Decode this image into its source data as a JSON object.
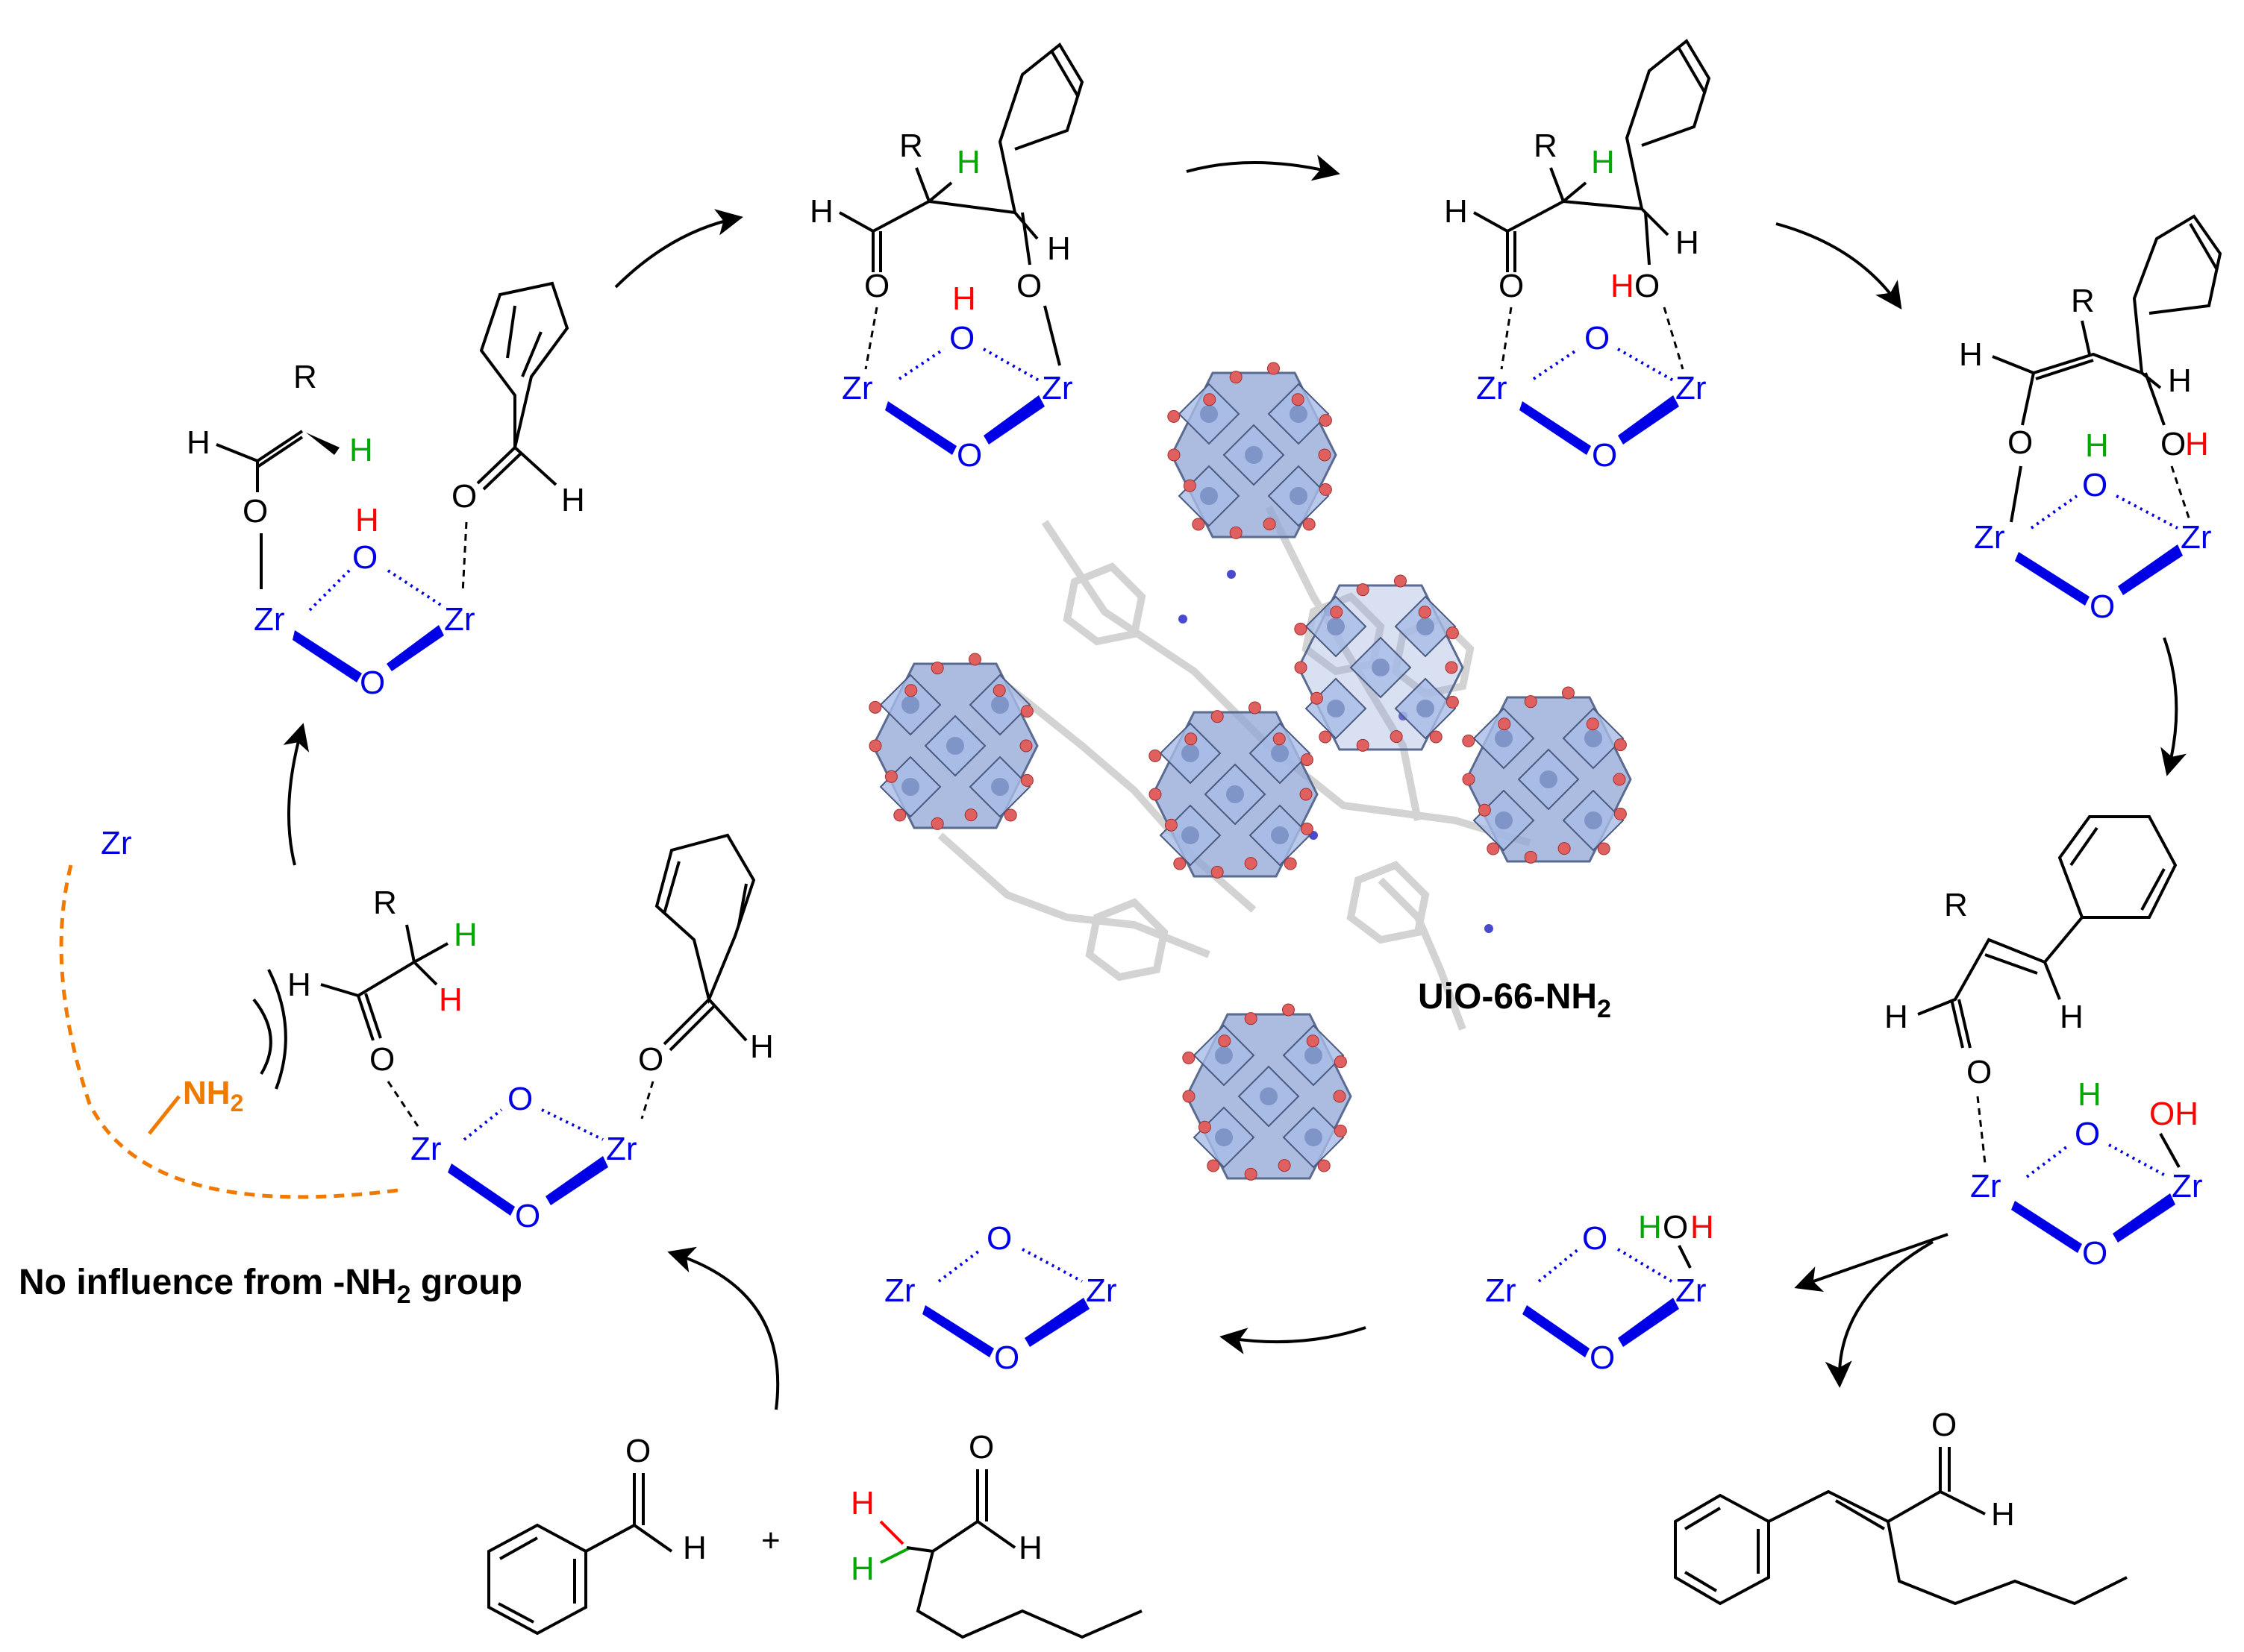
{
  "framework": {
    "label": "UiO-66-NH",
    "sub": "2"
  },
  "note": {
    "pre": "No influence from -NH",
    "sub": "2",
    "post": " group"
  },
  "atoms": {
    "Zr": "Zr",
    "O": "O",
    "H": "H",
    "R": "R",
    "OH": "OH",
    "NH": "NH",
    "two": "2",
    "plus": "+"
  },
  "colors": {
    "zr_o": "#0000e6",
    "acid_h": "#ff0000",
    "alpha_h": "#00a800",
    "amine": "#f07a00",
    "cluster": "#8fa6d6",
    "oxygen_ball": "#e06060"
  }
}
